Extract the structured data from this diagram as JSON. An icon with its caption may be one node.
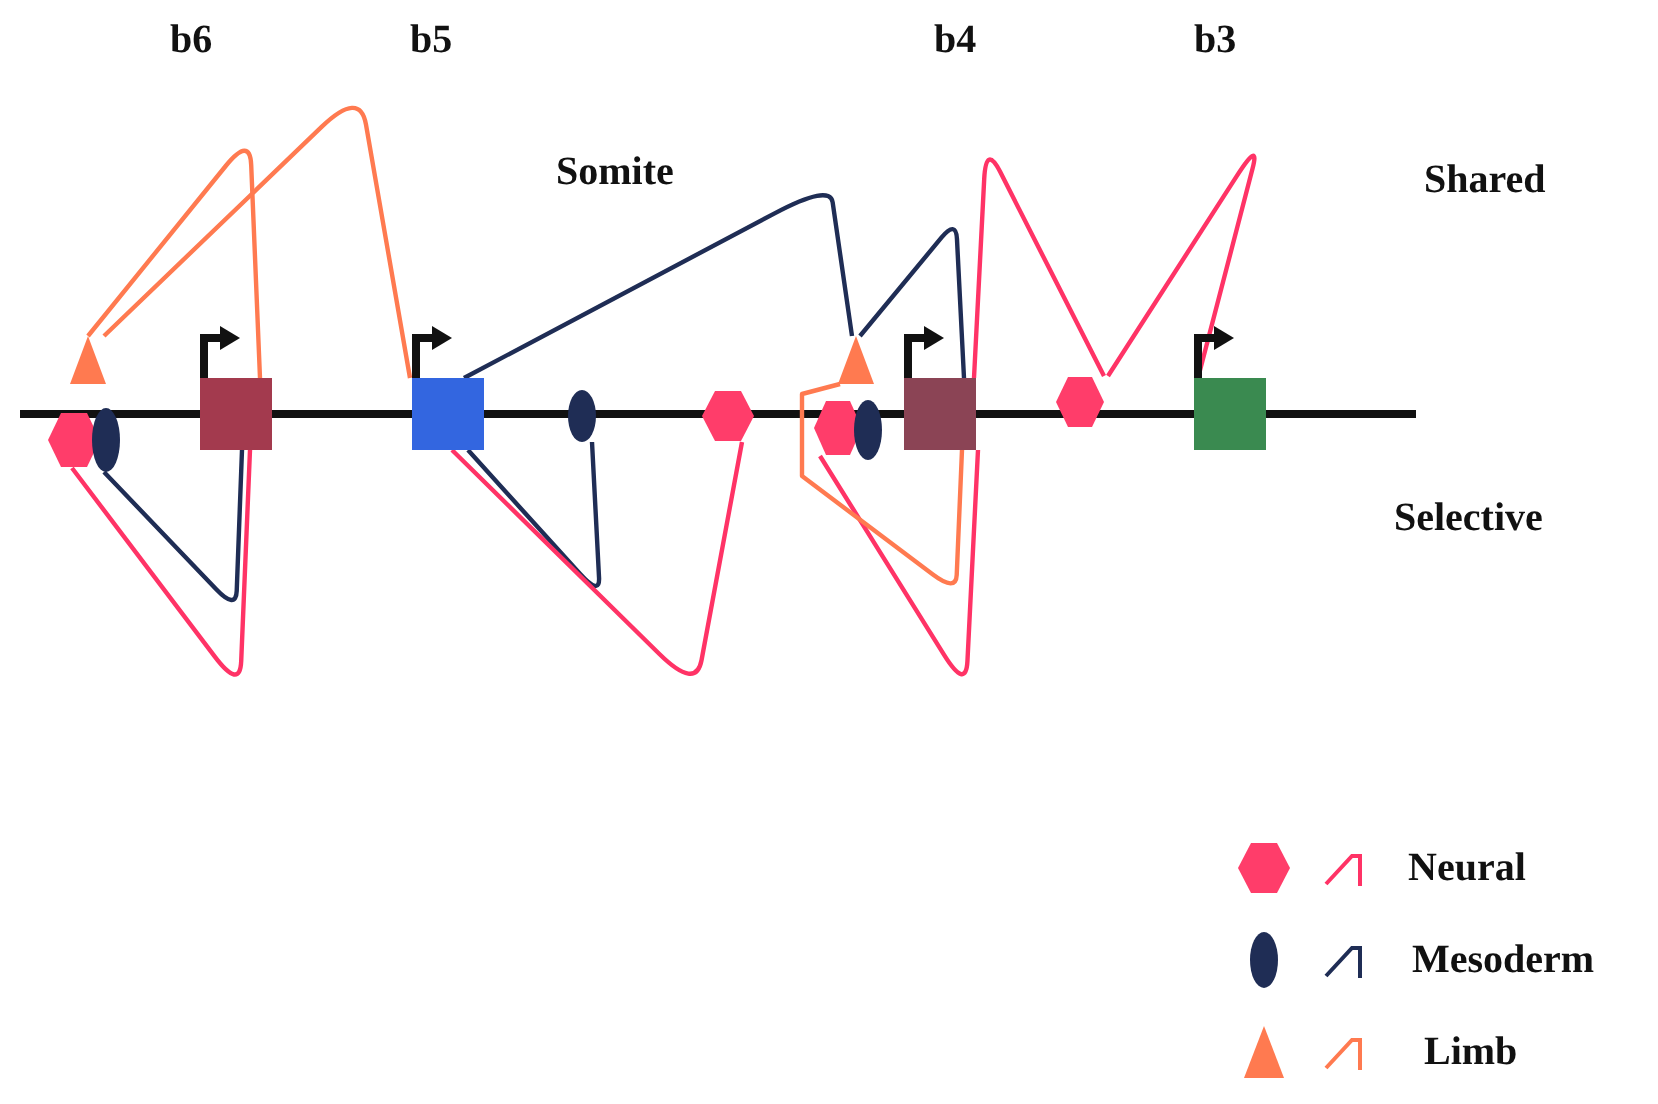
{
  "diagram": {
    "nodes": [
      {
        "text": [],
        "shape": "triangle"
      },
      {
        "text": [],
        "shape": "hexagon"
      },
      {
        "text": [],
        "shape": "ellipse"
      },
      {
        "text": [],
        "shape": "box"
      },
      {
        "text": [],
        "shape": "box"
      },
      {
        "text": [],
        "shape": "ellipse"
      },
      {
        "text": [],
        "shape": "hexagon"
      },
      {
        "text": [],
        "shape": "triangle"
      },
      {
        "text": [],
        "shape": "hexagon"
      },
      {
        "text": [],
        "shape": "ellipse"
      },
      {
        "text": [],
        "shape": "box"
      },
      {
        "text": [],
        "shape": "hexagon"
      },
      {
        "text": [],
        "shape": "box"
      }
    ],
    "edges": [
      {
        "from": 0,
        "to": 3,
        "arrow": "none",
        "color": "#ff7a50"
      },
      {
        "from": 0,
        "to": 4,
        "arrow": "none",
        "color": "#ff7a50"
      },
      {
        "from": 4,
        "to": 7,
        "arrow": "none",
        "label": "Somite",
        "color": "#1f2d55"
      },
      {
        "from": 7,
        "to": 10,
        "arrow": "none",
        "color": "#1f2d55"
      },
      {
        "from": 10,
        "to": 11,
        "arrow": "none",
        "color": "#ff3366"
      },
      {
        "from": 11,
        "to": 12,
        "arrow": "none",
        "color": "#ff3366"
      },
      {
        "from": 1,
        "to": 3,
        "arrow": "none",
        "color": "#ff3366"
      },
      {
        "from": 2,
        "to": 3,
        "arrow": "none",
        "color": "#1f2d55"
      },
      {
        "from": 4,
        "to": 5,
        "arrow": "none",
        "color": "#1f2d55"
      },
      {
        "from": 4,
        "to": 6,
        "arrow": "none",
        "color": "#ff3366"
      },
      {
        "from": 8,
        "to": 10,
        "arrow": "none",
        "color": "#ff3366"
      },
      {
        "from": 7,
        "to": 10,
        "arrow": "none",
        "color": "#ff7a50"
      }
    ],
    "labels": [
      "b6",
      "b5",
      "b4",
      "b3",
      "Shared",
      "Selective"
    ],
    "legend": [
      {
        "text": "Neural"
      },
      {
        "text": "Mesoderm"
      },
      {
        "text": "Limb"
      }
    ]
  }
}
